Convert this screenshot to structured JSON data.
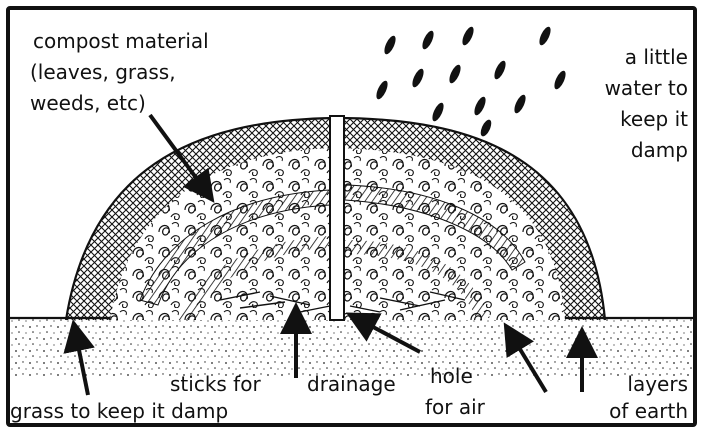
{
  "labels": {
    "compost_line1": "compost material",
    "compost_line2": "(leaves, grass,",
    "compost_line3": "weeds, etc)",
    "water_line1": "a little",
    "water_line2": "water to",
    "water_line3": "keep it",
    "water_line4": "damp",
    "sticks": "sticks for",
    "drainage": "drainage",
    "grass": "grass to keep it damp",
    "hole_line1": "hole",
    "hole_line2": "for air",
    "earth_line1": "layers",
    "earth_line2": "of earth"
  },
  "colors": {
    "ink": "#111111",
    "paper": "#ffffff"
  }
}
